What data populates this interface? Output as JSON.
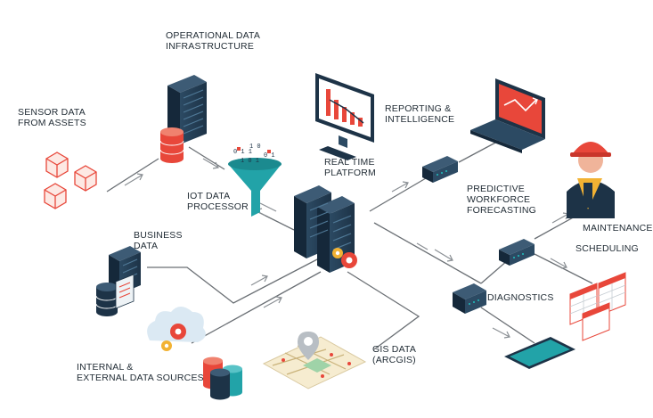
{
  "labels": {
    "operational": [
      "OPERATIONAL DATA",
      "INFRASTRUCTURE"
    ],
    "sensor": [
      "SENSOR DATA",
      "FROM ASSETS"
    ],
    "iot": [
      "IOT DATA",
      "PROCESSOR"
    ],
    "realtime": [
      "REAL TIME",
      "PLATFORM"
    ],
    "reporting": [
      "REPORTING &",
      "INTELLIGENCE"
    ],
    "predictive": [
      "PREDICTIVE",
      "WORKFORCE",
      "FORECASTING"
    ],
    "maintenance": "MAINTENANCE",
    "scheduling": "SCHEDULING",
    "business": [
      "BUSINESS",
      "DATA"
    ],
    "diagnostics": "DIAGNOSTICS",
    "gis": [
      "GIS DATA",
      "(ARCGIS)"
    ],
    "sources": [
      "INTERNAL &",
      "EXTERNAL DATA SOURCES"
    ]
  },
  "colors": {
    "accent": "#e8473a",
    "server": "#1d3347",
    "server_light": "#2c4a63",
    "teal": "#22a3a8",
    "gold": "#f2b233",
    "line": "#666b70",
    "text": "#1f2a33"
  },
  "icons": [
    "cube-icon",
    "server-rack-icon",
    "database-icon",
    "funnel-icon",
    "monitor-chart-icon",
    "laptop-chart-icon",
    "network-switch-icon",
    "worker-hardhat-icon",
    "spreadsheet-icon",
    "tablet-icon",
    "gears-icon",
    "cloud-icon",
    "map-pin-icon"
  ]
}
